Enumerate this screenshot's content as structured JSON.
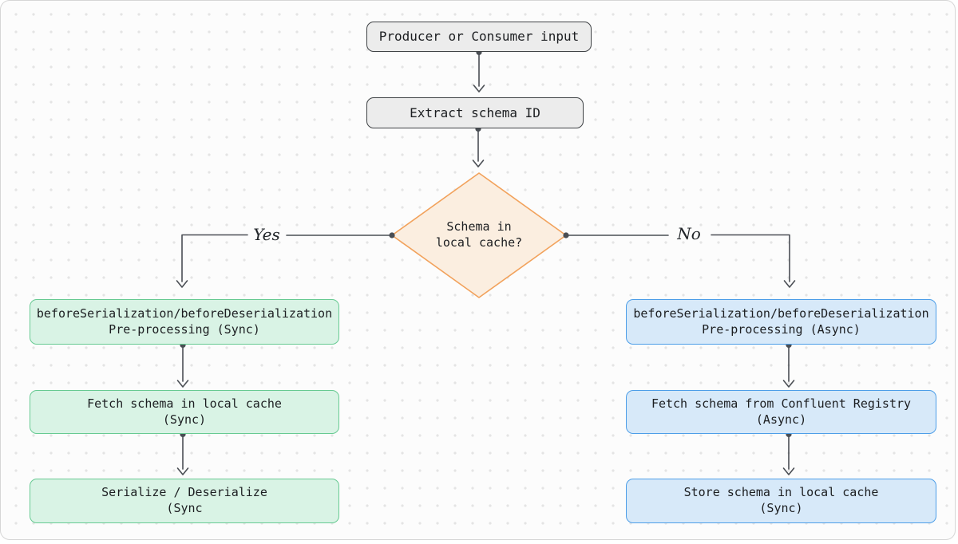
{
  "colors": {
    "canvas_bg": "#fcfcfc",
    "canvas_dot": "#e4e4e4",
    "canvas_border": "#d6d6d6",
    "gray_fill": "#ececec",
    "gray_border": "#3f4245",
    "green_fill": "#d9f3e5",
    "green_border": "#67ca92",
    "blue_fill": "#d7e9f9",
    "blue_border": "#4d9ee8",
    "orange_fill": "#fbeee0",
    "orange_border": "#f2a25c",
    "edge_stroke": "#4a4e54",
    "text": "#1c1e21"
  },
  "nodes": {
    "input": {
      "label": "Producer or Consumer input"
    },
    "extract": {
      "label": "Extract schema ID"
    },
    "decision": {
      "line1": "Schema in",
      "line2": "local cache?"
    },
    "sync_preprocess": {
      "line1": "beforeSerialization/beforeDeserialization",
      "line2": "Pre-processing (Sync)"
    },
    "sync_fetch": {
      "line1": "Fetch schema in local cache",
      "line2": "(Sync)"
    },
    "sync_serialize": {
      "line1": "Serialize / Deserialize",
      "line2": "(Sync"
    },
    "async_preprocess": {
      "line1": "beforeSerialization/beforeDeserialization",
      "line2": "Pre-processing (Async)"
    },
    "async_fetch": {
      "line1": "Fetch schema from Confluent Registry",
      "line2": "(Async)"
    },
    "async_store": {
      "line1": "Store schema in local cache",
      "line2": "(Sync)"
    }
  },
  "edges": {
    "yes_label": "Yes",
    "no_label": "No"
  }
}
